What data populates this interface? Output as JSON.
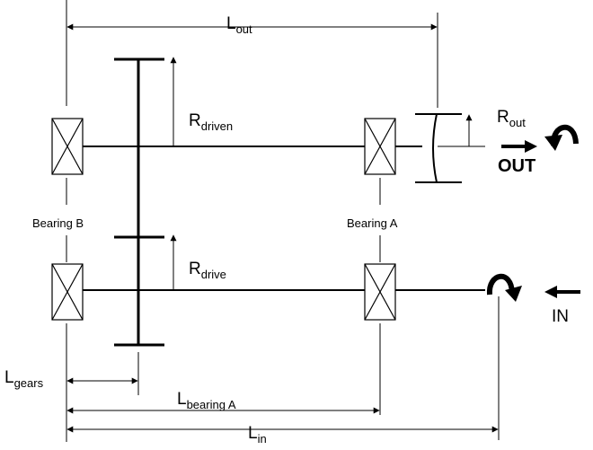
{
  "labels": {
    "l_out": {
      "main": "L",
      "sub": "out"
    },
    "r_driven": {
      "main": "R",
      "sub": "driven"
    },
    "r_out": {
      "main": "R",
      "sub": "out"
    },
    "r_drive": {
      "main": "R",
      "sub": "drive"
    },
    "l_gears": {
      "main": "L",
      "sub": "gears"
    },
    "l_bearing_a": {
      "main": "L",
      "sub": "bearing A"
    },
    "l_in": {
      "main": "L",
      "sub": "in"
    },
    "bearing_b": "Bearing B",
    "bearing_a": "Bearing A",
    "out": "OUT",
    "in": "IN"
  }
}
